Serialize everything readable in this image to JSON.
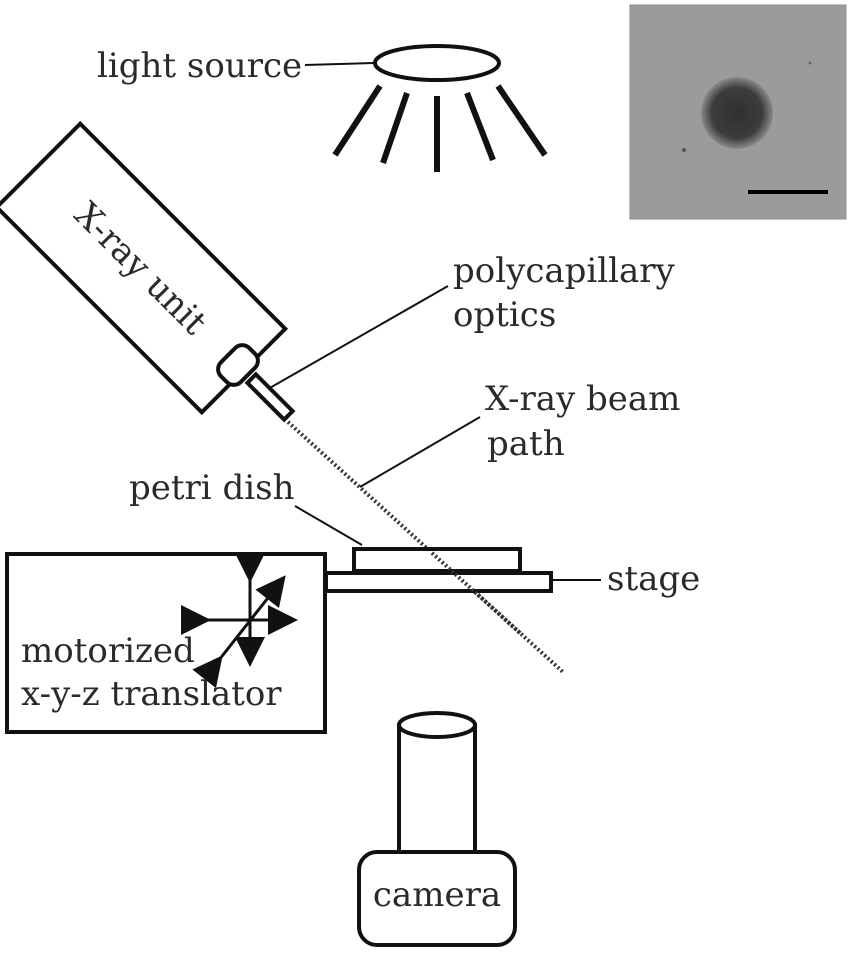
{
  "labels": {
    "light_source": "light source",
    "xray_unit": "X-ray unit",
    "optics_line1": "polycapillary",
    "optics_line2": "optics",
    "beam_line1": "X-ray beam",
    "beam_line2": "path",
    "petri_dish": "petri dish",
    "stage": "stage",
    "translator_line1": "motorized",
    "translator_line2": "x-y-z translator",
    "camera": "camera"
  },
  "colors": {
    "line": "#111111",
    "text": "#2a2a2a",
    "inset_background": "#9a9a9a",
    "inset_spot": "#3a3a3a",
    "scale_bar": "#000000"
  },
  "inset": {
    "description_icon": "micrograph-inset",
    "has_scale_bar": true
  }
}
